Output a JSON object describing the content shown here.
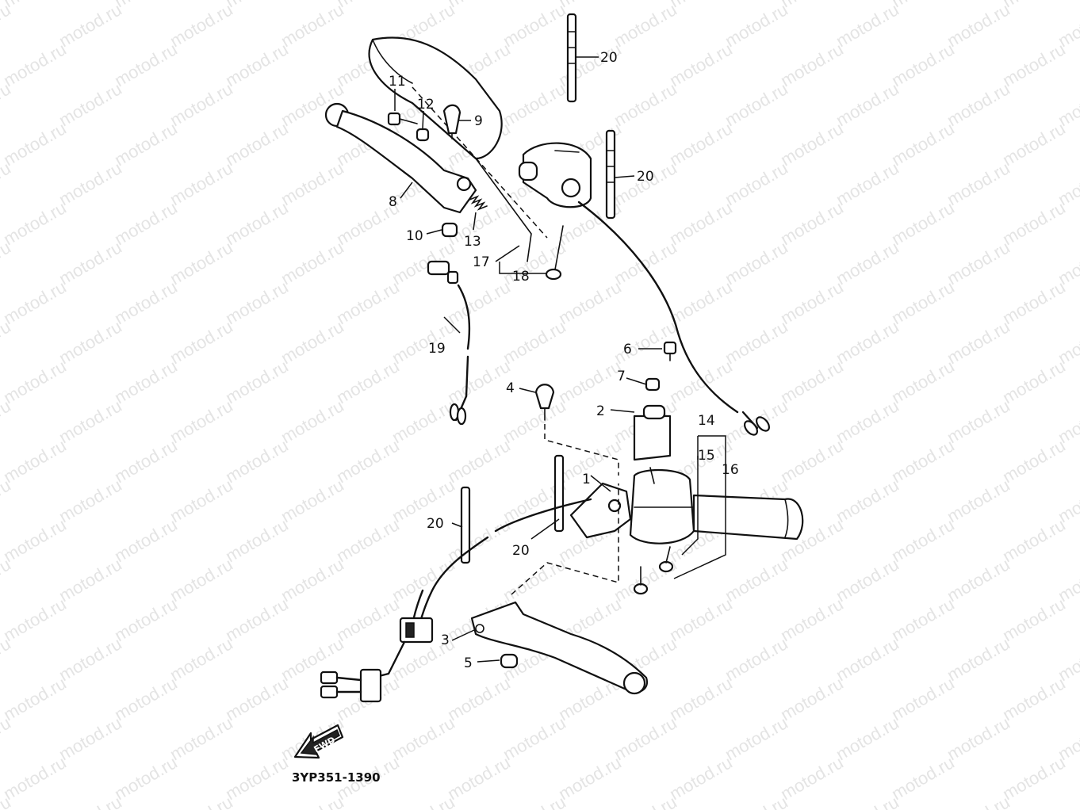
{
  "watermark": {
    "text": "motod.ru",
    "color": "#cfcfcf"
  },
  "diagram_code": "3YP351-1390",
  "forward_label": "FWD",
  "callouts": {
    "c1": "1",
    "c2": "2",
    "c3": "3",
    "c4": "4",
    "c5": "5",
    "c6": "6",
    "c7": "7",
    "c8": "8",
    "c9": "9",
    "c10": "10",
    "c11": "11",
    "c12": "12",
    "c13": "13",
    "c14": "14",
    "c15": "15",
    "c16": "16",
    "c17": "17",
    "c18": "18",
    "c19": "19",
    "c20": "20"
  },
  "colors": {
    "line": "#111111",
    "background": "#ffffff"
  }
}
